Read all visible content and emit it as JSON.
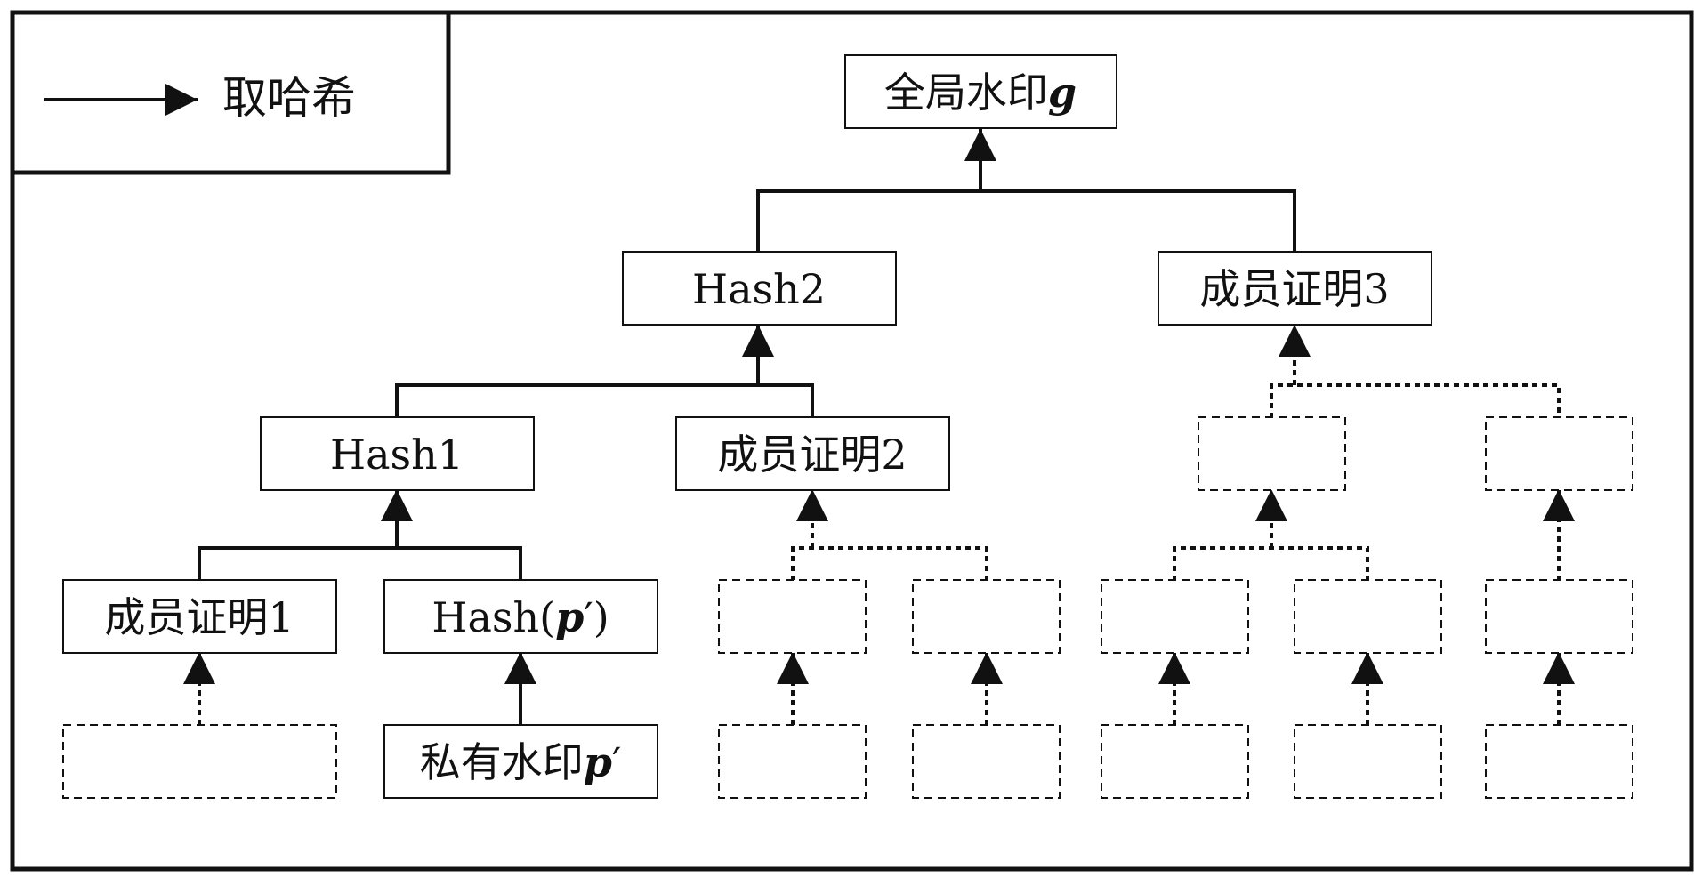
{
  "legend": {
    "label": "取哈希"
  },
  "nodes": {
    "global": {
      "text": "全局水印",
      "var": "g"
    },
    "hash2": {
      "text": "Hash2"
    },
    "member3": {
      "text": "成员证明3"
    },
    "hash1": {
      "text": "Hash1"
    },
    "member2": {
      "text": "成员证明2"
    },
    "member1": {
      "text": "成员证明1"
    },
    "hashp": {
      "text": "Hash(",
      "var": "p",
      "suffix": "′)"
    },
    "private": {
      "text": "私有水印",
      "var": "p",
      "suffix": "′"
    }
  },
  "colors": {
    "line": "#111111",
    "background": "#ffffff"
  }
}
